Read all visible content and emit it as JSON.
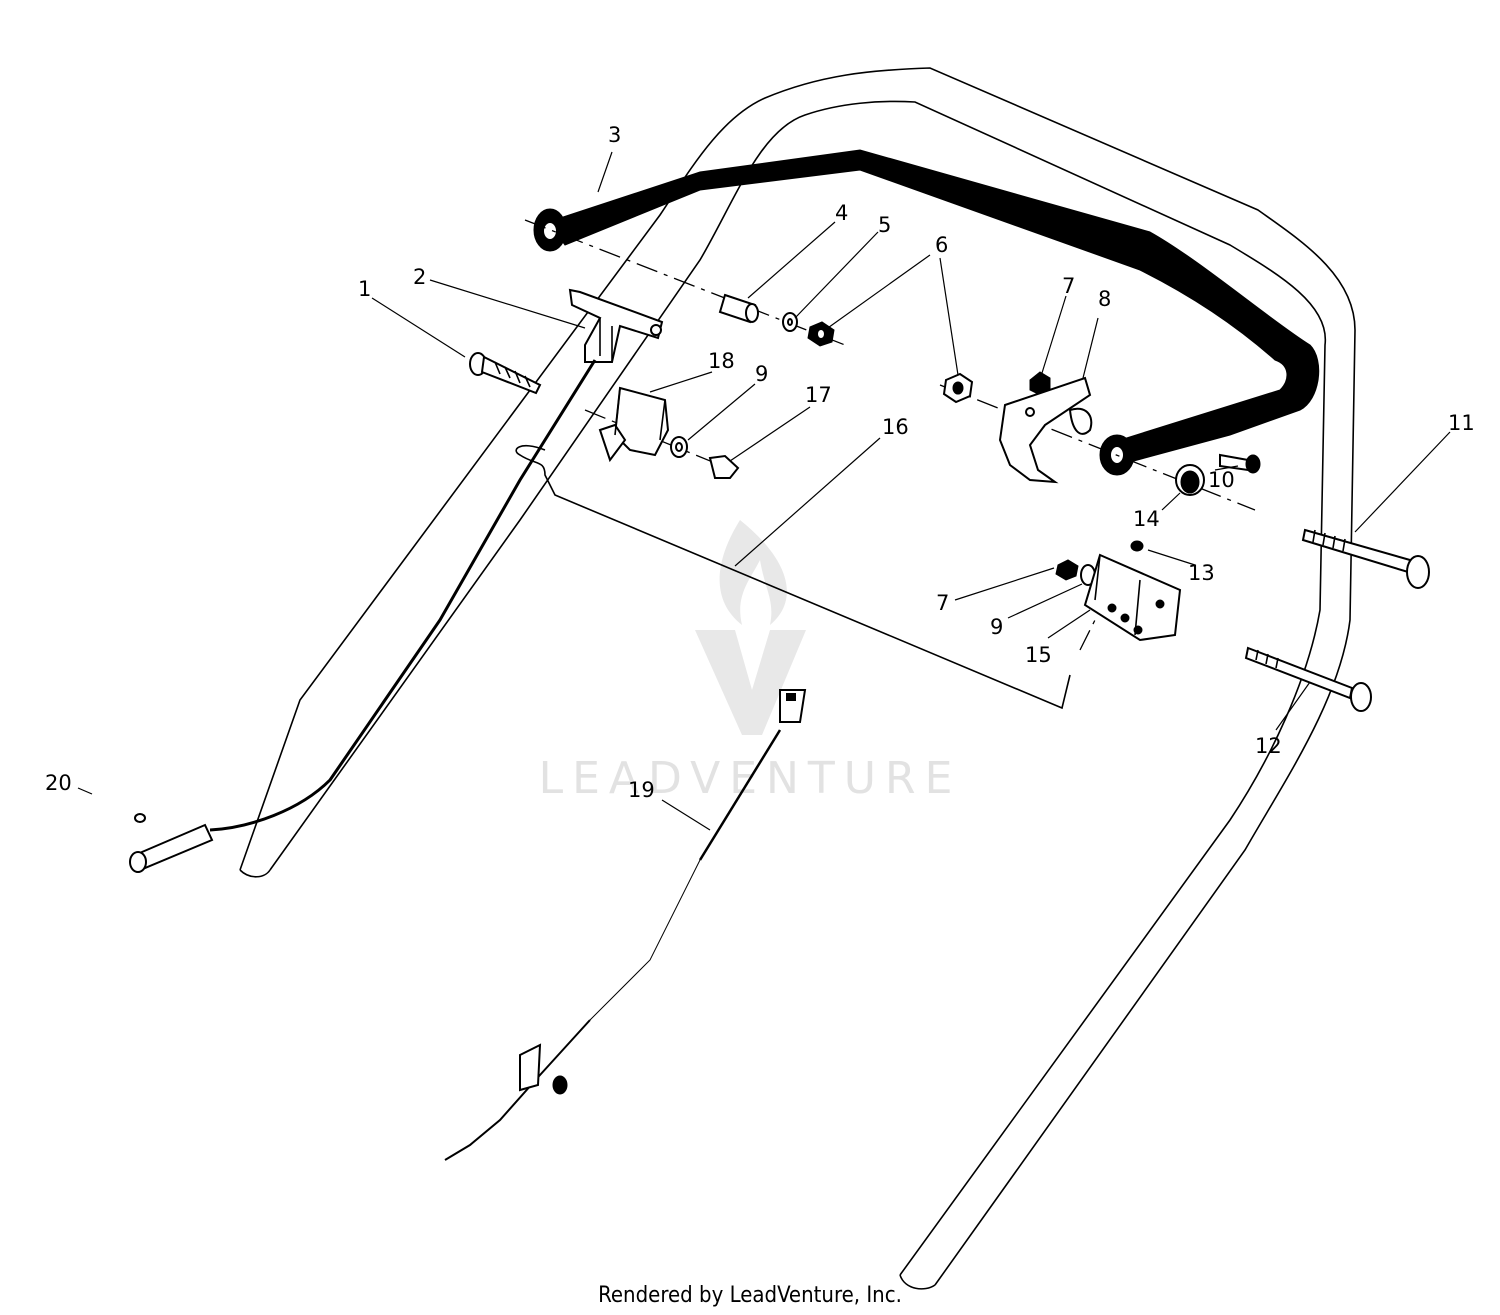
{
  "callouts": {
    "p1": "1",
    "p2": "2",
    "p3": "3",
    "p4": "4",
    "p5": "5",
    "p6": "6",
    "p7a": "7",
    "p7b": "7",
    "p8": "8",
    "p9a": "9",
    "p9b": "9",
    "p10": "10",
    "p11": "11",
    "p12": "12",
    "p13": "13",
    "p14": "14",
    "p15": "15",
    "p16": "16",
    "p17": "17",
    "p18": "18",
    "p19": "19",
    "p20": "20"
  },
  "watermark": {
    "text": "LEADVENTURE"
  },
  "footer": {
    "text": "Rendered by LeadVenture, Inc."
  }
}
